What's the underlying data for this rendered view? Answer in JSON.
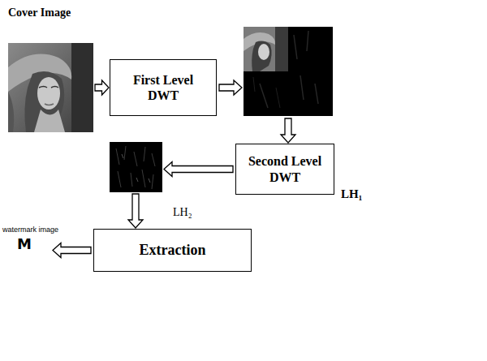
{
  "diagram": {
    "nodes": [
      {
        "text": [
          "Cover Image"
        ]
      },
      {
        "text": [
          "First Level DWT"
        ]
      },
      {
        "text": [
          "Second Level DWT"
        ]
      },
      {
        "text": [
          "Extraction"
        ]
      },
      {
        "text": [
          "watermark image",
          "M"
        ]
      }
    ],
    "edges": [
      {
        "from": 0,
        "to": 1,
        "arrow": "to"
      },
      {
        "from": 1,
        "to": 2,
        "arrow": "to"
      },
      {
        "from": 2,
        "to": 3,
        "arrow": "to"
      },
      {
        "from": 3,
        "to": 4,
        "arrow": "to"
      }
    ],
    "labels": [
      "LH₁",
      "LH₂"
    ]
  }
}
